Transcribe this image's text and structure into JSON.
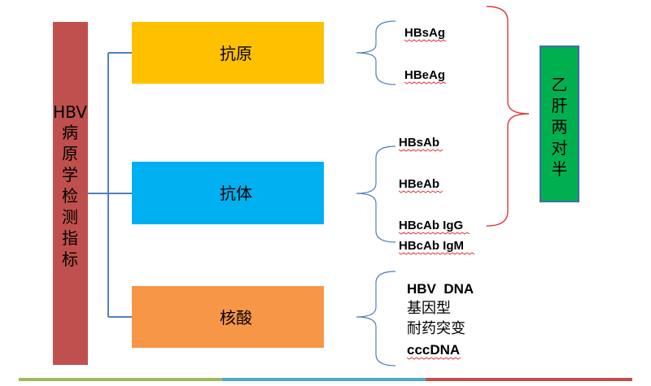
{
  "root": {
    "label_chars": [
      "HBV",
      "病",
      "原",
      "学",
      "检",
      "测",
      "指",
      "标"
    ],
    "color": "#c0504d"
  },
  "branches": [
    {
      "label": "抗原",
      "color": "#ffc000",
      "items": [
        "HBsAg",
        "HBeAg"
      ]
    },
    {
      "label": "抗体",
      "color": "#00b0f0",
      "items": [
        "HBsAb",
        "HBeAb",
        "HBcAb IgG",
        "HBcAb IgM"
      ]
    },
    {
      "label": "核酸",
      "color": "#f79646",
      "items": [
        "HBV  DNA",
        "基因型",
        "耐药突变",
        "cccDNA"
      ]
    }
  ],
  "summary": {
    "label_chars": [
      "乙",
      "肝",
      "两",
      "对",
      "半"
    ],
    "color": "#00b050"
  },
  "colors": {
    "connector": "#4f81bd",
    "bracket": "#e0393e",
    "footer_green": "#9bbb59",
    "footer_blue": "#4bacc6",
    "footer_red": "#c0504d"
  }
}
